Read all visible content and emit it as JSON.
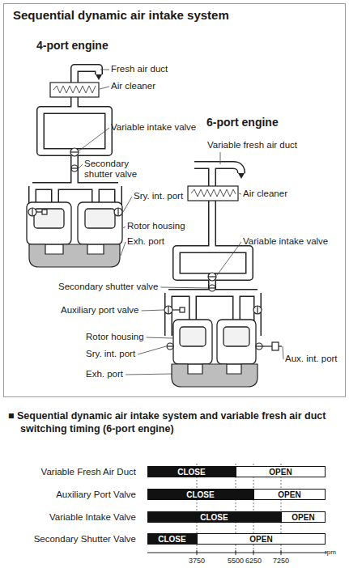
{
  "diagram": {
    "title": "Sequential dynamic air intake system",
    "caption": "■ Sequential dynamic air intake system and variable fresh air duct switching timing (6-port engine)",
    "nodes": [
      {
        "text": [
          "CLOSE"
        ]
      },
      {
        "text": [
          "OPEN"
        ]
      },
      {
        "text": [
          "CLOSE"
        ]
      },
      {
        "text": [
          "OPEN"
        ]
      },
      {
        "text": [
          "CLOSE"
        ]
      },
      {
        "text": [
          "OPEN"
        ]
      },
      {
        "text": [
          "CLOSE"
        ]
      },
      {
        "text": [
          "OPEN"
        ]
      }
    ],
    "labels": [
      "4-port engine",
      "Fresh air duct",
      "Air cleaner",
      "Variable intake valve",
      "Secondary shutter valve",
      "Sry. int. port",
      "Rotor housing",
      "Exh. port",
      "6-port engine",
      "Variable fresh air duct",
      "Air cleaner",
      "Variable intake valve",
      "Secondary shutter valve",
      "Auxiliary port valve",
      "Rotor housing",
      "Sry. int. port",
      "Exh. port",
      "Aux. int. port",
      "Variable Fresh Air Duct",
      "Auxiliary Port Valve",
      "Variable Intake Valve",
      "Secondary Shutter Valve",
      "3750",
      "5500",
      "6250",
      "7250",
      "rpm"
    ]
  }
}
